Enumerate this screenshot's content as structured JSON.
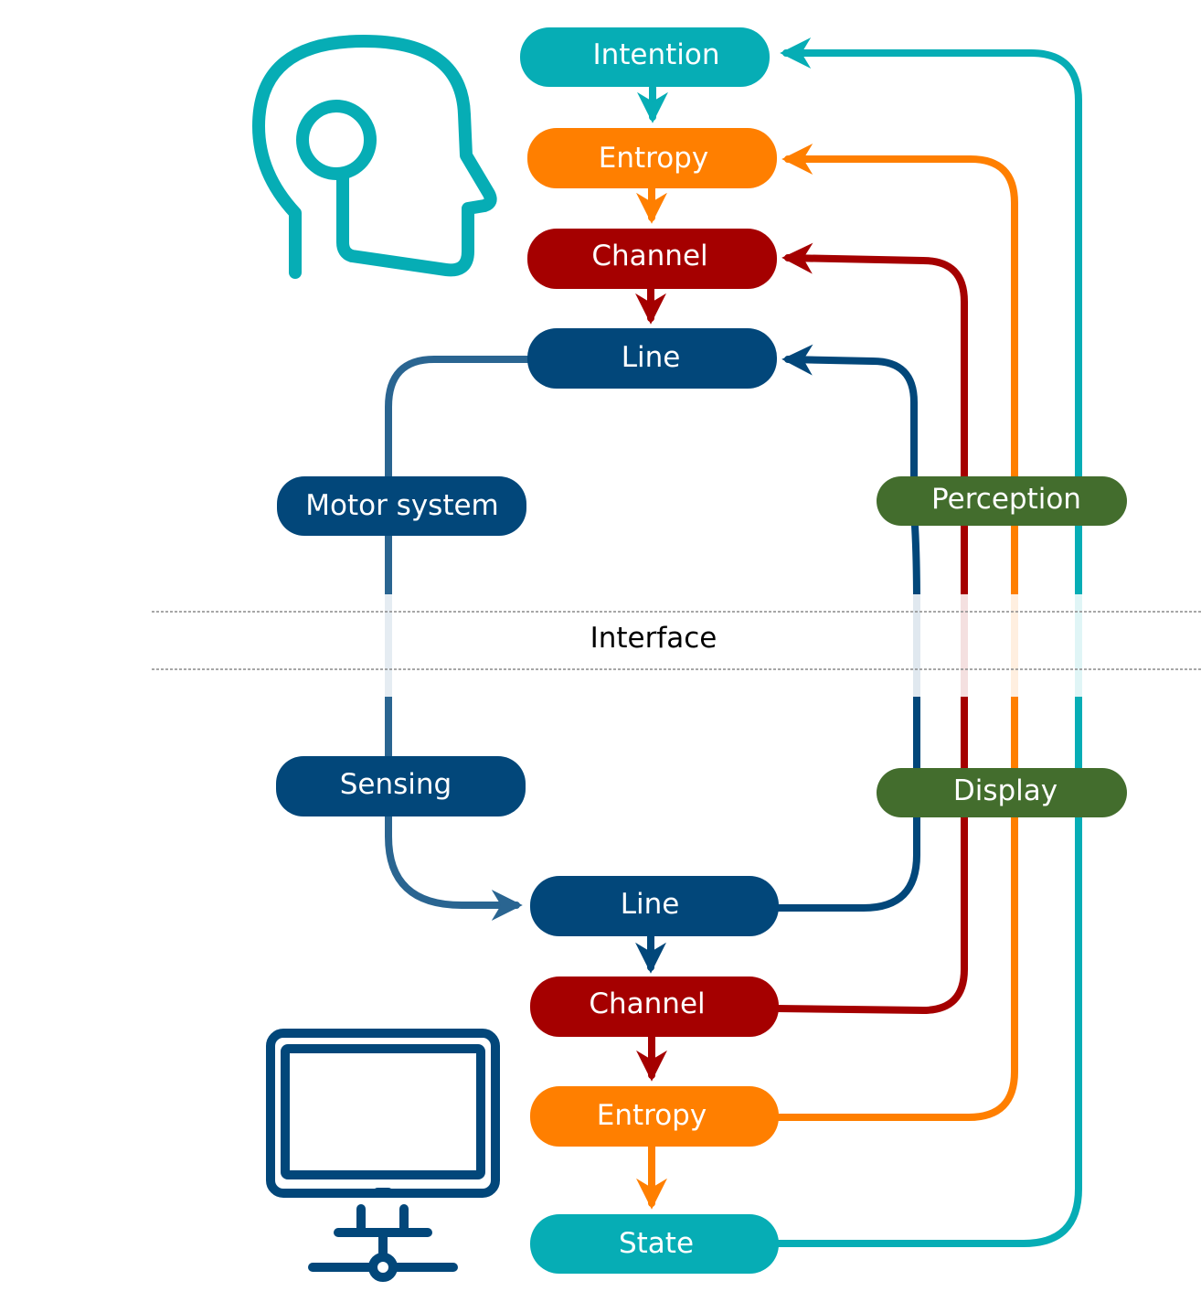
{
  "colors": {
    "teal": "#06adb5",
    "orange": "#ff7f00",
    "red": "#a50000",
    "navy": "#02477a",
    "navy_line": "#2a6591",
    "green": "#436d2d"
  },
  "icons": {
    "human": "human-head-icon",
    "computer": "computer-monitor-icon"
  },
  "nodes": {
    "intention": "Intention",
    "entropy_top": "Entropy",
    "channel_top": "Channel",
    "line_top": "Line",
    "motor_system": "Motor system",
    "perception": "Perception",
    "interface": "Interface",
    "sensing": "Sensing",
    "display": "Display",
    "line_bottom": "Line",
    "channel_bottom": "Channel",
    "entropy_bottom": "Entropy",
    "state": "State"
  }
}
